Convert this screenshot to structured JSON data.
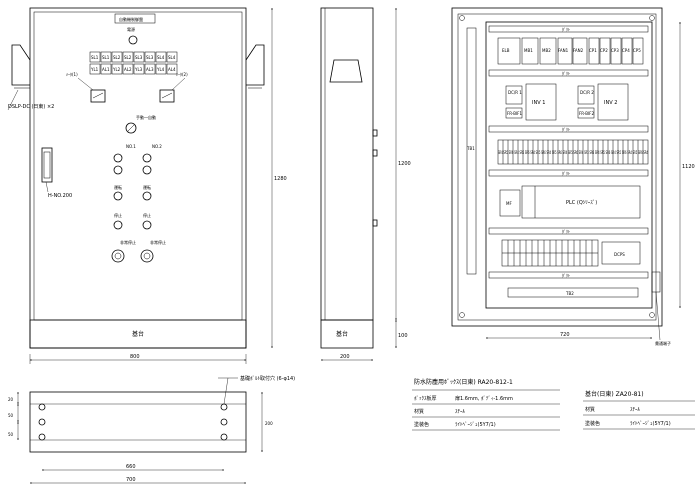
{
  "front": {
    "title_plate": "自動機制御盤",
    "power": "電源",
    "lamps_row1": [
      "SL1",
      "SL1",
      "SL2",
      "SL2",
      "SL3",
      "SL3",
      "SL4",
      "SL4"
    ],
    "lamps_row2": [
      "YL1",
      "AL1",
      "YL2",
      "AL2",
      "YL3",
      "AL3",
      "YL4",
      "AL4"
    ],
    "meter_left": "ﾒｰﾀ(1)",
    "meter_right": "ﾒｰﾀ(2)",
    "mode_switch": "手動―自動",
    "no1": "NO.1",
    "no2": "NO.2",
    "run": "運転",
    "stop": "停止",
    "emergency": "非常停止",
    "handle_label": "DSLP-DC (日東) ×2",
    "key_label": "H-NO.200",
    "base_label": "基台",
    "width_dim": "800",
    "height_dim": "1280"
  },
  "side": {
    "base_label": "基台",
    "depth_dim": "200",
    "base_dim": "100",
    "height_dim": "1200"
  },
  "inside": {
    "duct": "ﾀﾞｸﾄ",
    "tb1": "TB1",
    "tb2": "TB2",
    "components_row1": [
      "ELB",
      "MB1",
      "MB2",
      "FAN1",
      "FAN2",
      "CP1",
      "CP2",
      "CP3",
      "CP4",
      "CP5"
    ],
    "dc1": "DC/R 1",
    "dc2": "DC/R 2",
    "inv1": "INV 1",
    "inv2": "INV 2",
    "fr1": "FR-BIF1",
    "fr2": "FR-BIF2",
    "relays": "SR4 SR5 SR6 SR4 SR5 SR6 SR4 SR5 SR6 SR4 SR5 SR6 SR4 SR5 SR6 SR4 SR5 SR6 SR4 SR5 SR6 SR4 SR5 SR6 SR4 SR5 SR6 SR4",
    "mf": "MF",
    "plc": "PLC (Qｼﾘｰｽﾞ)",
    "dcps": "DCPS",
    "width_dim": "720",
    "height_dim": "1120",
    "gland_label": "貫通端子"
  },
  "base_view": {
    "hole_label": "基礎ﾎﾞﾙﾄ取付穴 (6-φ14)",
    "d1": "20",
    "d2": "50",
    "d3": "50",
    "d4": "200",
    "d5": "660",
    "d6": "700"
  },
  "spec1": {
    "title": "防水防塵用ﾎﾞｯｸｽ(日東) RA20-812-1",
    "row1_label": "ﾎﾞｯｸｽ板厚",
    "row1_value": "扉1.6mm, ﾎﾞﾃﾞｨ-1.6mm",
    "row2_label": "材質",
    "row2_value": "ｽﾁｰﾙ",
    "row3_label": "塗装色",
    "row3_value": "ﾗｲﾄﾍﾞｰｼﾞｭ(5Y7/1)"
  },
  "spec2": {
    "title": "基台(日東) ZA20-81)",
    "row2_label": "材質",
    "row2_value": "ｽﾁｰﾙ",
    "row3_label": "塗装色",
    "row3_value": "ﾗｲﾄﾍﾞｰｼﾞｭ(5Y7/1)"
  }
}
